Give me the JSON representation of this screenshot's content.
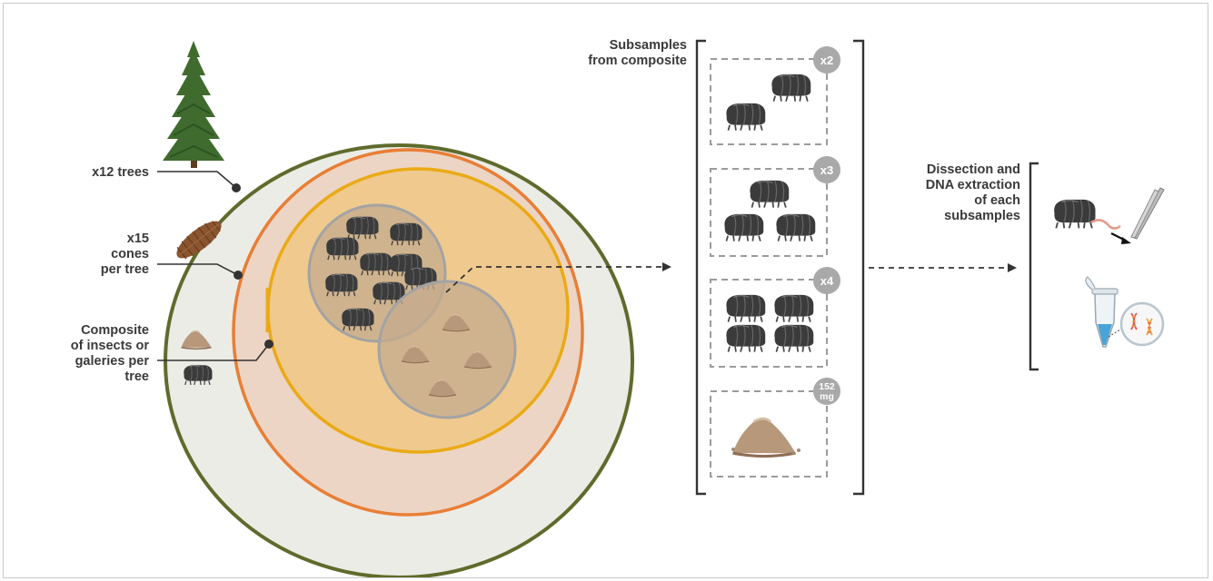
{
  "labels": {
    "trees": "x12 trees",
    "cones": [
      "x15",
      "cones",
      "per tree"
    ],
    "composite": [
      "Composite",
      "of insects or",
      "galeries per",
      "tree"
    ],
    "subsamples_header": [
      "Subsamples",
      "from composite"
    ],
    "dissection": [
      "Dissection and",
      "DNA extraction",
      "of each",
      "subsamples"
    ]
  },
  "subsample_boxes": [
    {
      "badge": "x2",
      "content": "insects",
      "count": 2
    },
    {
      "badge": "x3",
      "content": "insects",
      "count": 3
    },
    {
      "badge": "x4",
      "content": "insects",
      "count": 4
    },
    {
      "badge": [
        "152",
        "mg"
      ],
      "content": "galleries",
      "count": 1
    }
  ],
  "icons": [
    "spruce-tree-icon",
    "pine-cone-icon",
    "gallery-pile-icon",
    "bark-beetle-icon",
    "tweezers-icon",
    "microtube-icon",
    "dna-magnifier-icon"
  ],
  "colors": {
    "tree_ring": "#5f6b2c",
    "cone_ring": "#e87e36",
    "composite_ring": "#eaaa16",
    "outer_fill": "#ecece6",
    "cone_fill": "#ecd5c4",
    "composite_fill": "#efc98e",
    "beetle": "#3b3b3b",
    "pile": "#b8987a"
  }
}
